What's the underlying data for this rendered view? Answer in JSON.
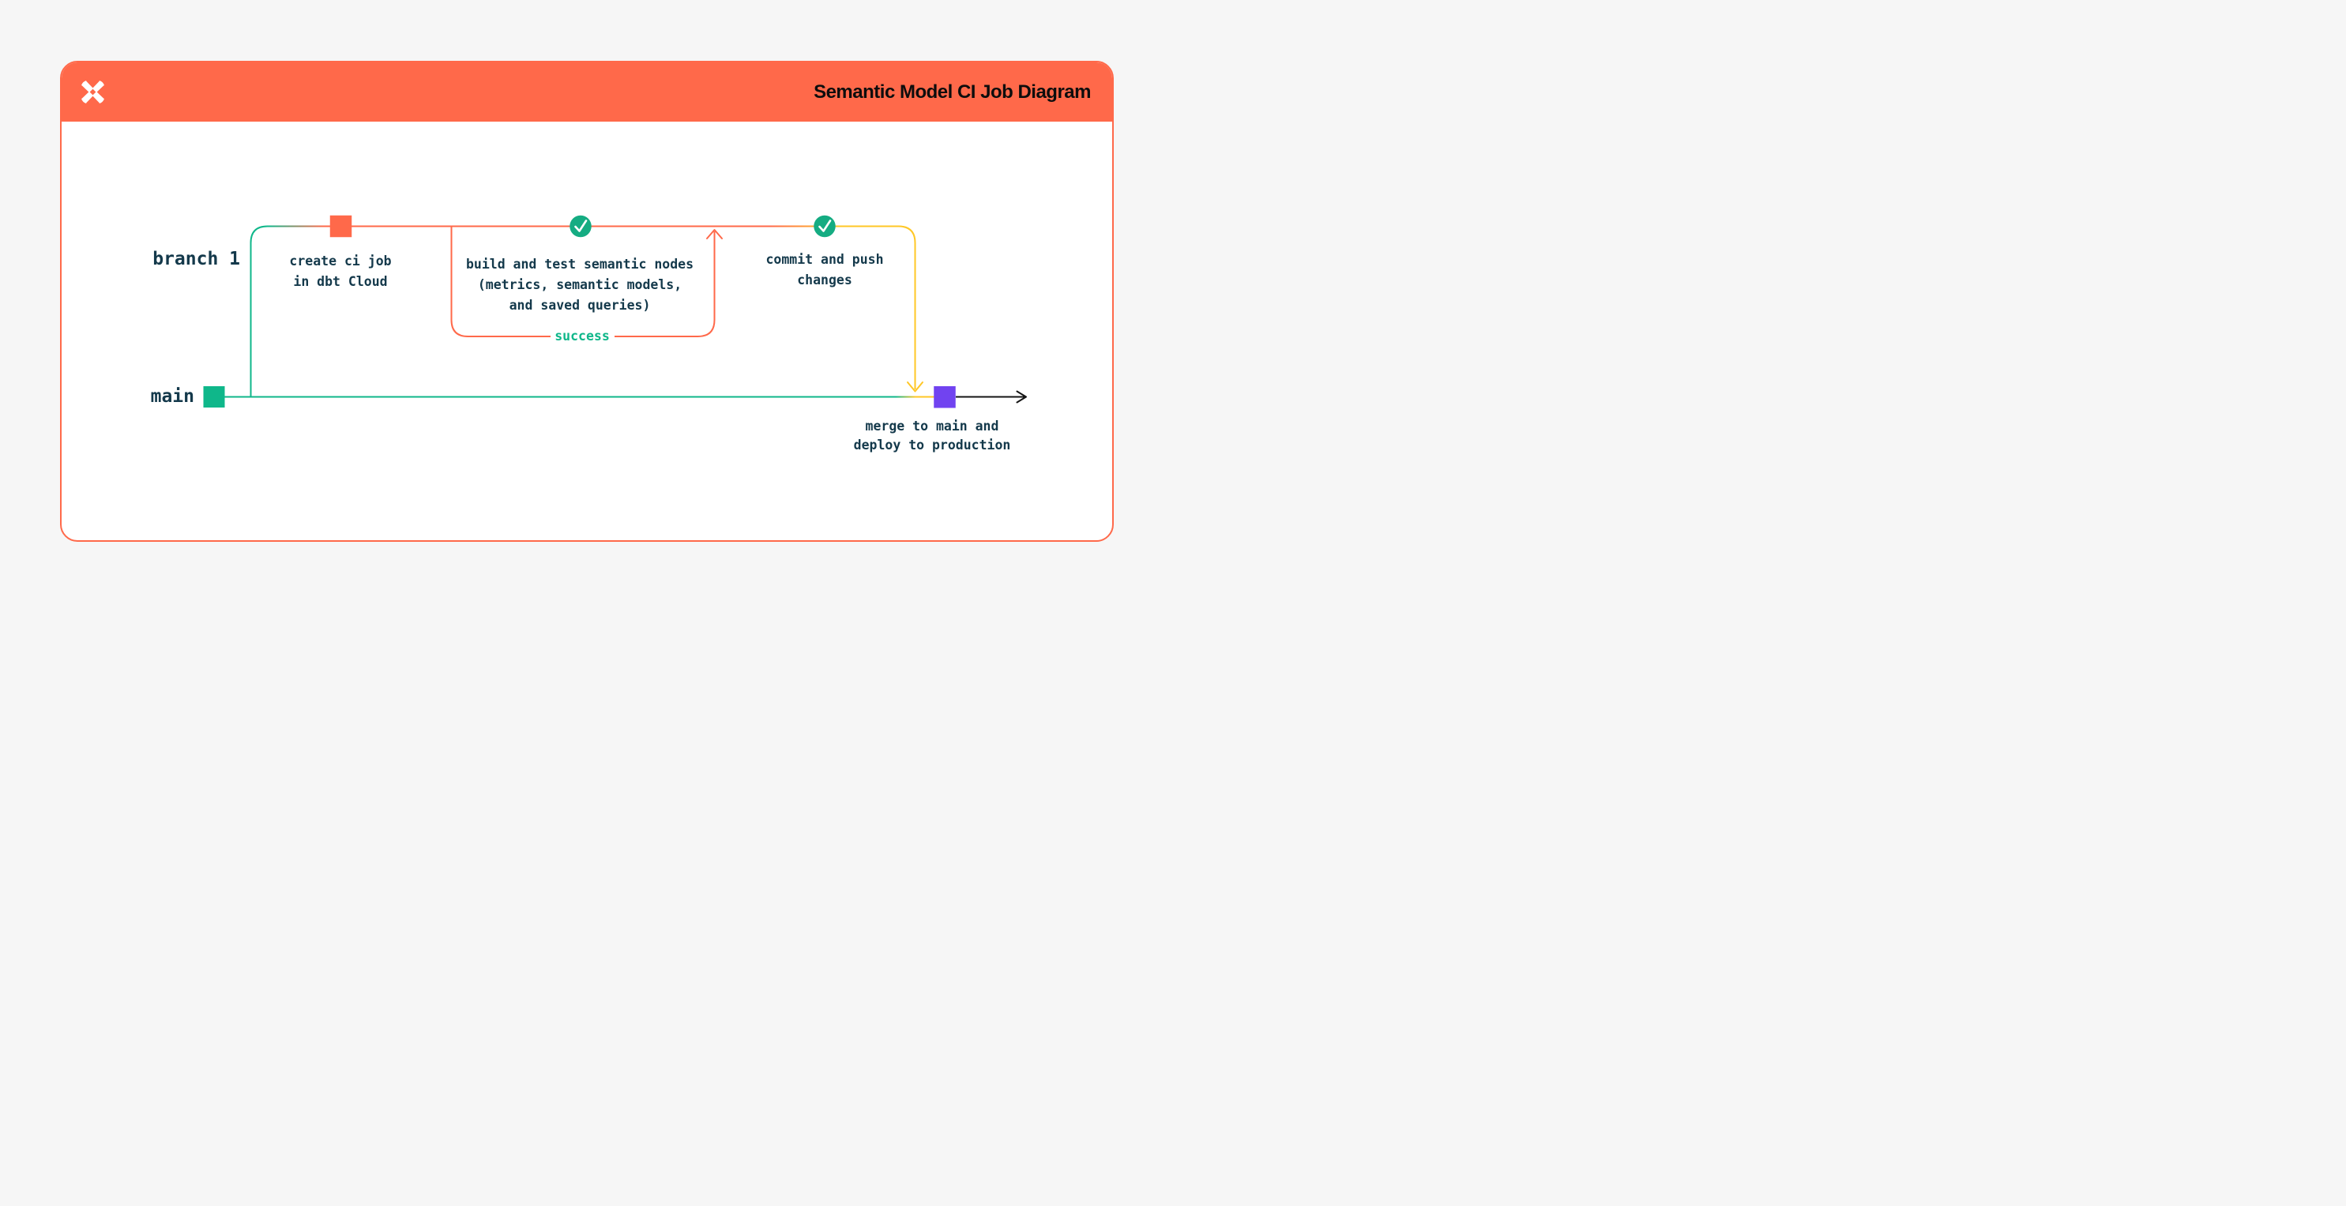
{
  "header": {
    "title": "Semantic Model CI Job Diagram",
    "logo_icon": "dbt-logo",
    "background_color": "#FF694A"
  },
  "branches": {
    "branch1_label": "branch 1",
    "main_label": "main"
  },
  "nodes": {
    "create": {
      "line1": "create ci job",
      "line2": "in dbt Cloud",
      "marker": "orange-square"
    },
    "build": {
      "line1": "build and test semantic nodes",
      "line2": "(metrics, semantic models,",
      "line3": "and saved queries)",
      "marker": "check-circle"
    },
    "commit": {
      "line1": "commit and push",
      "line2": "changes",
      "marker": "check-circle"
    },
    "merge": {
      "line1": "merge to main and",
      "line2": "deploy to production",
      "marker": "purple-square"
    }
  },
  "loop": {
    "success_label": "success"
  },
  "colors": {
    "orange": "#FF694A",
    "green": "#0FB78A",
    "check_green": "#15AC82",
    "yellow": "#FFC726",
    "purple": "#7143F0",
    "ink": "#14394B",
    "title_ink": "#0D0D0D",
    "arrow_black": "#151515",
    "page_background": "#F6F6F6",
    "card_background": "#FFFFFF"
  }
}
